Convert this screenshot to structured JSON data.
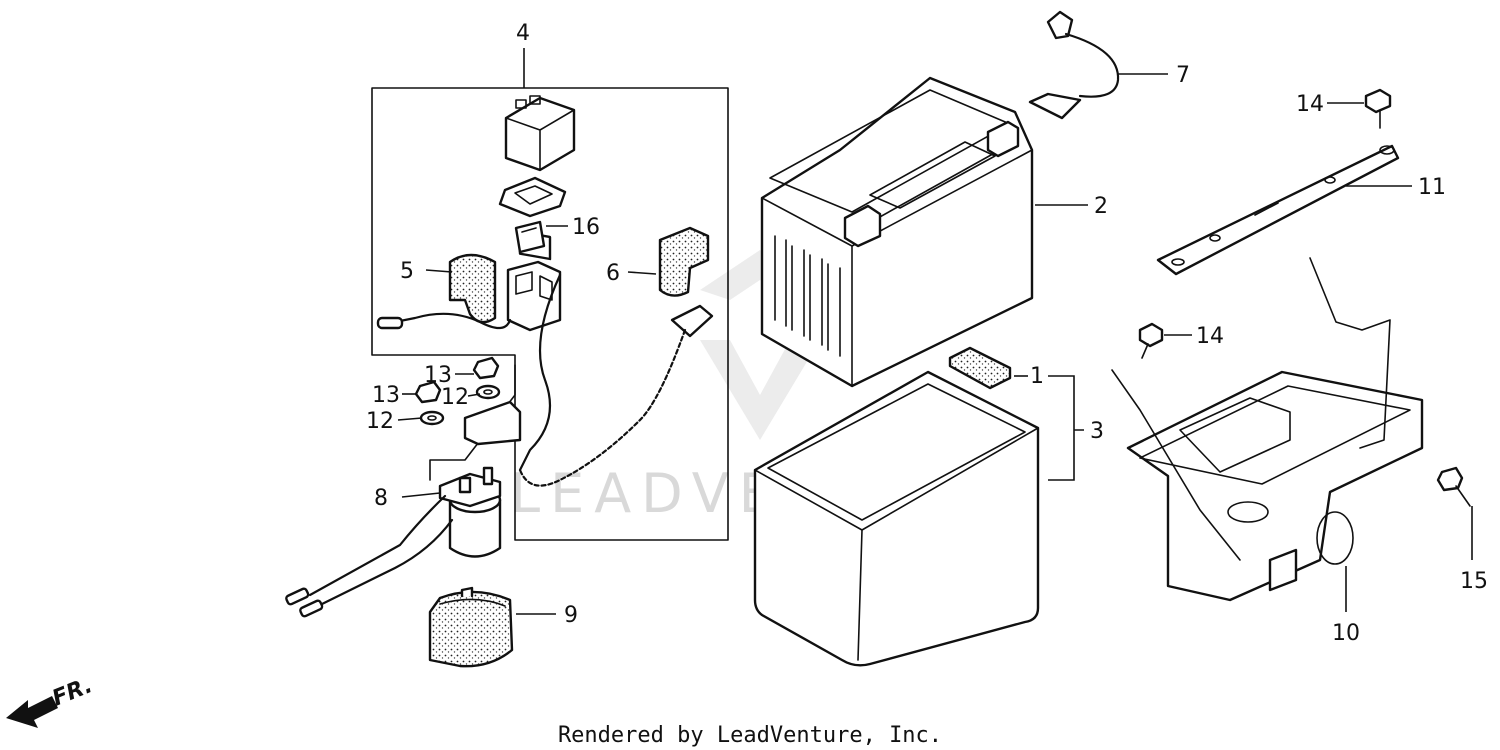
{
  "diagram": {
    "watermark": "LEADVENTURE",
    "footer": "Rendered by LeadVenture, Inc.",
    "direction_marker": "FR.",
    "callouts": [
      {
        "id": "c1",
        "label": "1"
      },
      {
        "id": "c2",
        "label": "2"
      },
      {
        "id": "c3",
        "label": "3"
      },
      {
        "id": "c4",
        "label": "4"
      },
      {
        "id": "c5",
        "label": "5"
      },
      {
        "id": "c6",
        "label": "6"
      },
      {
        "id": "c7",
        "label": "7"
      },
      {
        "id": "c8",
        "label": "8"
      },
      {
        "id": "c9",
        "label": "9"
      },
      {
        "id": "c10",
        "label": "10"
      },
      {
        "id": "c11",
        "label": "11"
      },
      {
        "id": "c12a",
        "label": "12"
      },
      {
        "id": "c12b",
        "label": "12"
      },
      {
        "id": "c13a",
        "label": "13"
      },
      {
        "id": "c13b",
        "label": "13"
      },
      {
        "id": "c14a",
        "label": "14"
      },
      {
        "id": "c14b",
        "label": "14"
      },
      {
        "id": "c15",
        "label": "15"
      },
      {
        "id": "c16",
        "label": "16"
      }
    ]
  }
}
